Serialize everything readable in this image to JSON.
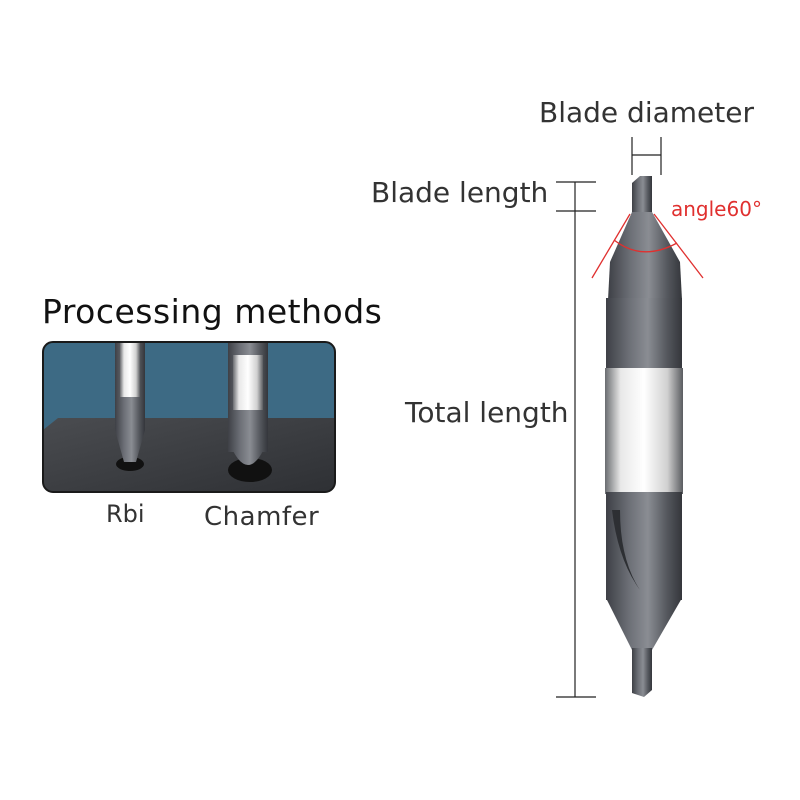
{
  "processing": {
    "title": "Processing methods",
    "methods": [
      "Rbi",
      "Chamfer"
    ]
  },
  "dimensions": {
    "blade_diameter": "Blade diameter",
    "blade_length": "Blade length",
    "total_length": "Total length",
    "angle": "angle60°"
  },
  "colors": {
    "accent_red": "#e0302f",
    "panel_blue": "#3d6a84",
    "tool_gray": "#5a5d63"
  }
}
